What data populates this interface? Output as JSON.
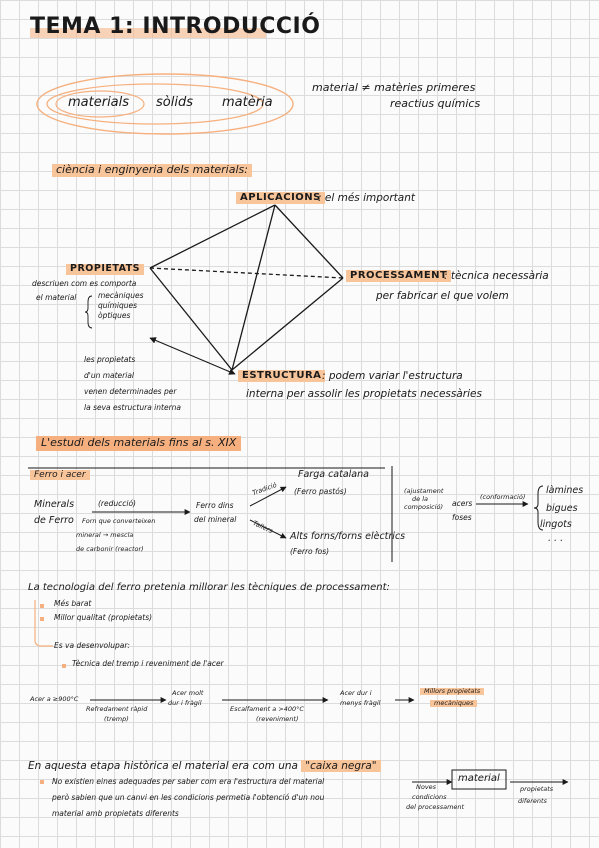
{
  "colors": {
    "highlight": "#f8c49a",
    "highlight_strong": "#f6b07f",
    "ink": "#1a1a1a",
    "grid": "#dcdcdc"
  },
  "title": "TEMA 1: INTRODUCCIÓ",
  "intro": {
    "ellipse_words": [
      "materials",
      "sòlids",
      "matèria"
    ],
    "neq_line1": "material ≠ matèries primeres",
    "neq_line2": "reactius químics"
  },
  "section1": {
    "heading": "ciència i enginyeria dels materials:",
    "aplicacions_label": "APLICACIONS",
    "aplicacions_desc": ": el més important",
    "propietats_label": "PROPIETATS",
    "propietats_desc1": "descriuen com es comporta",
    "propietats_desc2": "el material",
    "propietats_list": [
      "mecàniques",
      "químiques",
      "òptiques"
    ],
    "processament_label": "PROCESSAMENT",
    "processament_desc1": ": tècnica necessària",
    "processament_desc2": "per fabricar el que volem",
    "estructura_label": "ESTRUCTURA",
    "estructura_desc1": ": podem variar l'estructura",
    "estructura_desc2": "interna per assolir les propietats necessàries",
    "note_lines": [
      "les propietats",
      "d'un material",
      "venen determinades per",
      "la seva estructura interna"
    ]
  },
  "section2": {
    "heading": "L'estudi dels materials fins al s. XIX",
    "subheading": "Ferro i acer",
    "minerals1": "Minerals",
    "minerals2": "de Ferro",
    "reduccio": "(reducció)",
    "reduccio_note1": "Forn que converteixen",
    "reduccio_note2": "mineral → mescla",
    "reduccio_note3": "de carbonir (reactor)",
    "ferro_dins1": "Ferro dins",
    "ferro_dins2": "del mineral",
    "branch_top": "Tradició",
    "branch_bottom": "Tallers",
    "farga1": "Farga catalana",
    "farga2": "(Ferro pastós)",
    "alts_forns": "Alts forns/forns elèctrics",
    "ferro_fos": "(Ferro fos)",
    "ajust1": "(ajustament",
    "ajust2": "de la",
    "ajust3": "composició)",
    "acers1": "acers",
    "acers2": "foses",
    "conformacio": "(conformació)",
    "products": [
      "làmines",
      "bigues",
      "lingots",
      ". . ."
    ]
  },
  "section3": {
    "heading": "La tecnologia del ferro pretenia millorar les tècniques de processament:",
    "bullets": [
      "Més barat",
      "Millor qualitat (propietats)"
    ],
    "develop": "Es va desenvolupar:",
    "develop_item": "Tècnica del tremp i reveniment de l'acer",
    "acer_temp": "Acer a ≥900°C",
    "refredament": "Refredament ràpid",
    "tremp": "(tremp)",
    "acer_molt1": "Acer molt",
    "acer_molt2": "dur i fràgil",
    "escalfament": "Escalfament a >400°C",
    "reveniment": "(reveniment)",
    "acer_dur1": "Acer dur i",
    "acer_dur2": "menys fràgil",
    "millors1": "Millors propietats",
    "millors2": "mecàniques"
  },
  "section4": {
    "line1_pre": "En aquesta etapa històrica el material era com una",
    "caixa_negra": "\"caixa negra\"",
    "line2": "No existien eines adequades per saber com era l'estructura del material",
    "line3": "però sabien que un canvi en les condicions permetia l'obtenció d'un nou",
    "line4": "material amb propietats diferents",
    "noves1": "Noves",
    "noves2": "condicions",
    "noves3": "del processament",
    "material_box": "material",
    "propietats1": "propietats",
    "propietats2": "diferents"
  }
}
